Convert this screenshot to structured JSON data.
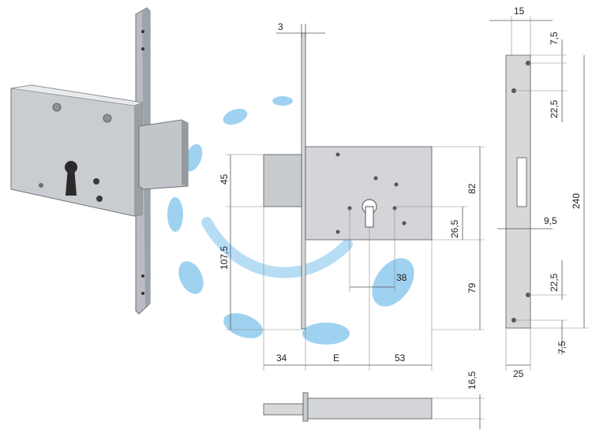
{
  "dimensions": {
    "top_thickness": "3",
    "faceplate_width": "15",
    "top_hole_offset": "7,5",
    "hole_spacing_top": "22,5",
    "total_height": "240",
    "slot_width": "9,5",
    "hole_spacing_bottom": "22,5",
    "bottom_hole_offset": "7,5",
    "faceplate_base": "25",
    "bolt_height": "45",
    "lower_height": "107,5",
    "case_height_top": "82",
    "cylinder_offset": "26,5",
    "cylinder_spacing": "38",
    "case_height_bottom": "79",
    "bolt_throw": "34",
    "backset": "E",
    "case_depth_right": "53",
    "bolt_thickness": "16,5"
  },
  "colors": {
    "metal_light": "#d8dadc",
    "metal_mid": "#b4b8bc",
    "metal_dark": "#7d8286",
    "plate_fill": "#e4e6e8",
    "watermark": "#7ec3ec"
  }
}
